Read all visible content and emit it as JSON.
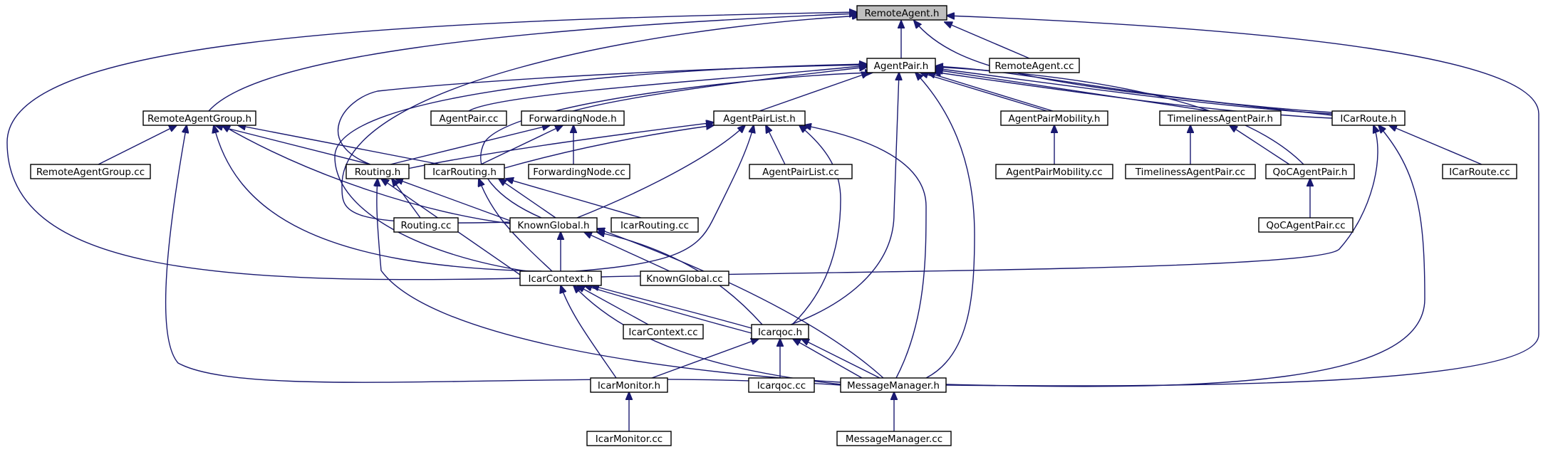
{
  "colors": {
    "edge": "#191970",
    "node_border": "#000000",
    "focus_fill": "#bfbfbf",
    "background": "#ffffff"
  },
  "nodes": [
    {
      "id": "remoteagent_h",
      "label": "RemoteAgent.h",
      "focus": true
    },
    {
      "id": "agentpair_h",
      "label": "AgentPair.h"
    },
    {
      "id": "remoteagent_cc",
      "label": "RemoteAgent.cc"
    },
    {
      "id": "remoteagentgroup_h",
      "label": "RemoteAgentGroup.h"
    },
    {
      "id": "agentpair_cc",
      "label": "AgentPair.cc"
    },
    {
      "id": "forwardingnode_h",
      "label": "ForwardingNode.h"
    },
    {
      "id": "agentpairlist_h",
      "label": "AgentPairList.h"
    },
    {
      "id": "agentpairmobility_h",
      "label": "AgentPairMobility.h"
    },
    {
      "id": "timelinessagentpair_h",
      "label": "TimelinessAgentPair.h"
    },
    {
      "id": "icarroute_h",
      "label": "ICarRoute.h"
    },
    {
      "id": "remoteagentgroup_cc",
      "label": "RemoteAgentGroup.cc"
    },
    {
      "id": "routing_h",
      "label": "Routing.h"
    },
    {
      "id": "icarrouting_h",
      "label": "IcarRouting.h"
    },
    {
      "id": "forwardingnode_cc",
      "label": "ForwardingNode.cc"
    },
    {
      "id": "agentpairlist_cc",
      "label": "AgentPairList.cc"
    },
    {
      "id": "agentpairmobility_cc",
      "label": "AgentPairMobility.cc"
    },
    {
      "id": "timelinessagentpair_cc",
      "label": "TimelinessAgentPair.cc"
    },
    {
      "id": "qocagentpair_h",
      "label": "QoCAgentPair.h"
    },
    {
      "id": "icarroute_cc",
      "label": "ICarRoute.cc"
    },
    {
      "id": "routing_cc",
      "label": "Routing.cc"
    },
    {
      "id": "knownglobal_h",
      "label": "KnownGlobal.h"
    },
    {
      "id": "icarrouting_cc",
      "label": "IcarRouting.cc"
    },
    {
      "id": "qocagentpair_cc",
      "label": "QoCAgentPair.cc"
    },
    {
      "id": "icarcontext_h",
      "label": "IcarContext.h"
    },
    {
      "id": "knownglobal_cc",
      "label": "KnownGlobal.cc"
    },
    {
      "id": "icarcontext_cc",
      "label": "IcarContext.cc"
    },
    {
      "id": "icarqoc_h",
      "label": "Icarqoc.h"
    },
    {
      "id": "icarmonitor_h",
      "label": "IcarMonitor.h"
    },
    {
      "id": "icarqoc_cc",
      "label": "Icarqoc.cc"
    },
    {
      "id": "messagemanager_h",
      "label": "MessageManager.h"
    },
    {
      "id": "icarmonitor_cc",
      "label": "IcarMonitor.cc"
    },
    {
      "id": "messagemanager_cc",
      "label": "MessageManager.cc"
    }
  ]
}
